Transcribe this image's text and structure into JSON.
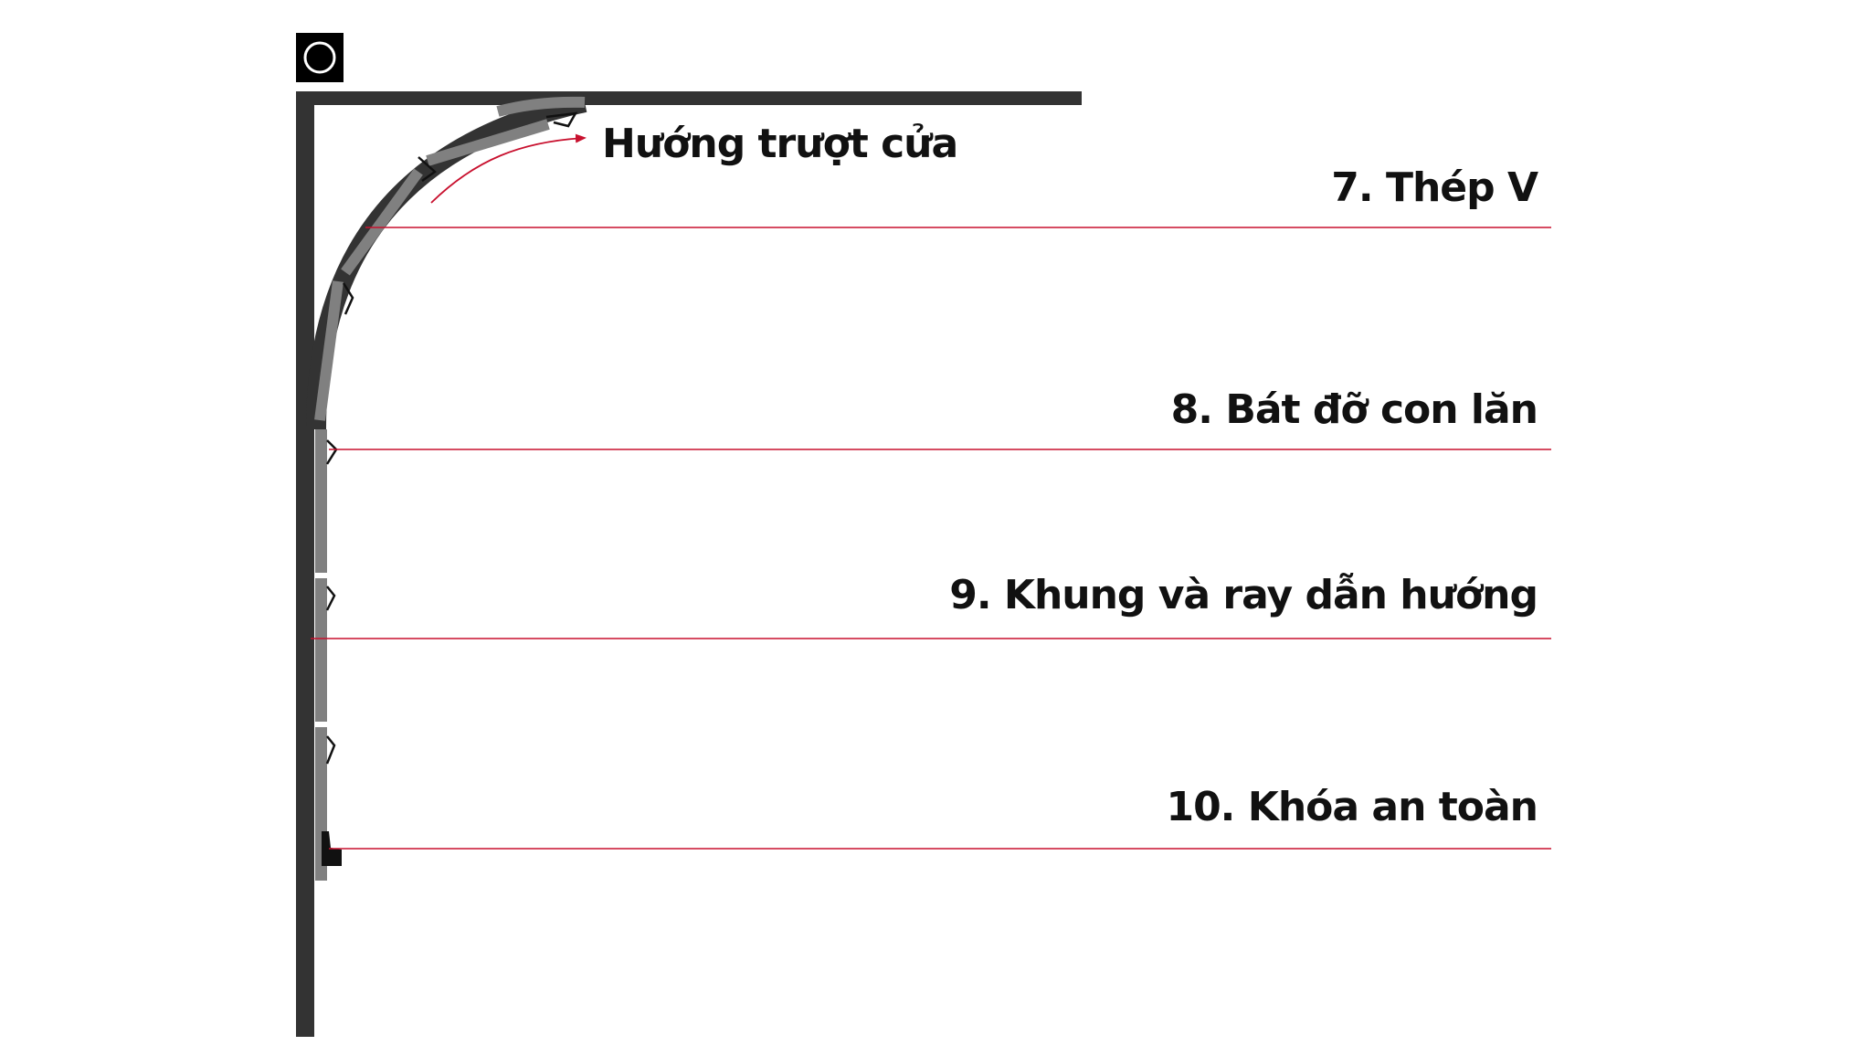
{
  "diagram": {
    "direction_label": "Hướng trượt cửa",
    "labels": [
      {
        "id": "7",
        "text": "7. Thép V"
      },
      {
        "id": "8",
        "text": "8. Bát đỡ con lăn"
      },
      {
        "id": "9",
        "text": "9. Khung và ray dẫn hướng"
      },
      {
        "id": "10",
        "text": "10. Khóa an toàn"
      }
    ]
  },
  "colors": {
    "frame": "#333333",
    "door_panel": "#808080",
    "leader_line": "#c8102e",
    "arrow": "#c8102e",
    "text": "#111111",
    "background": "#ffffff"
  },
  "icons": {
    "corner_marker": "circle-icon"
  }
}
